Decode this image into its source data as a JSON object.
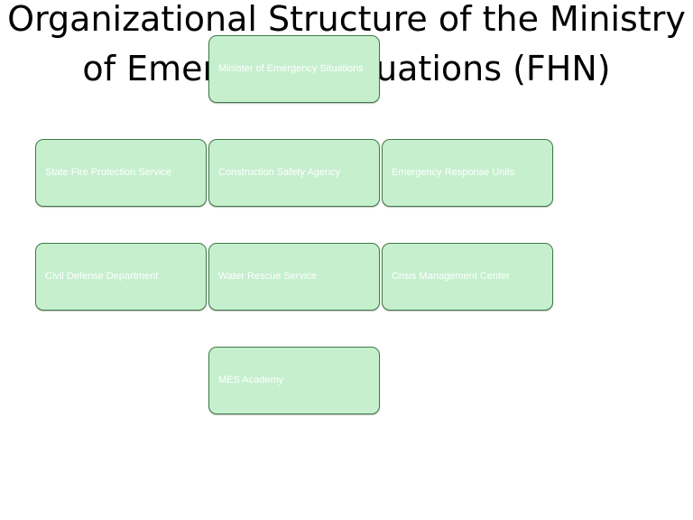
{
  "diagram": {
    "title": "Organizational Structure of the Ministry of Emergency Situations (FHN)",
    "nodes": [
      {
        "label": "Minister of Emergency Situations"
      },
      {
        "label": "State Fire Protection Service"
      },
      {
        "label": "Construction Safety Agency"
      },
      {
        "label": "Emergency Response Units"
      },
      {
        "label": "Civil Defense Department"
      },
      {
        "label": "Water Rescue Service"
      },
      {
        "label": "Crisis Management Center"
      },
      {
        "label": "MES Academy"
      }
    ]
  },
  "colors": {
    "node_fill": "#c6efce",
    "node_border": "#3f7a47",
    "node_text": "#ffffff",
    "title_text": "#000000"
  }
}
